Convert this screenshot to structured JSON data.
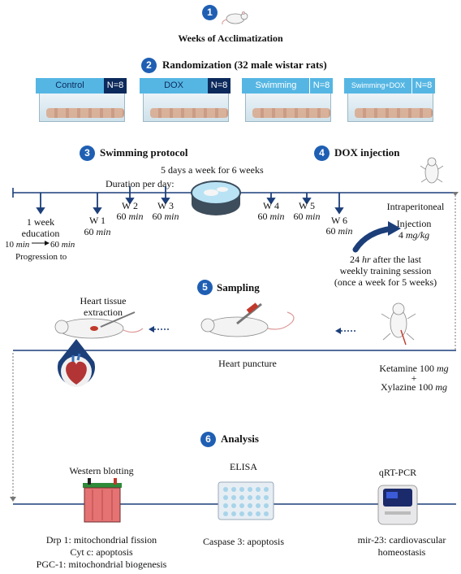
{
  "step1": {
    "num": "1",
    "title": "Weeks of Acclimatization"
  },
  "step2": {
    "num": "2",
    "title": "Randomization (32 male wistar rats)"
  },
  "groups": [
    {
      "label": "Control",
      "n": "N=8",
      "color": "#4fb3e0",
      "n_color": "#0d2a5c"
    },
    {
      "label": "DOX",
      "n": "N=8",
      "color": "#4fb3e0",
      "n_color": "#0d2a5c"
    },
    {
      "label": "Swimming",
      "n": "N=8",
      "color": "#4fb3e0",
      "n_color": "#4fb3e0"
    },
    {
      "label": "Swimming+DOX",
      "n": "N=8",
      "color": "#4fb3e0",
      "n_color": "#4fb3e0"
    }
  ],
  "step3": {
    "num": "3",
    "title": "Swimming protocol"
  },
  "step4": {
    "num": "4",
    "title": "DOX injection"
  },
  "frequency": "5 days a week for 6 weeks",
  "duration": "Duration per day:",
  "weeks": {
    "w1": {
      "label": "W 1",
      "dur": "60",
      "unit": "min"
    },
    "w2": {
      "label": "W 2",
      "dur": "60",
      "unit": "min"
    },
    "w3": {
      "label": "W 3",
      "dur": "60",
      "unit": "min"
    },
    "w4": {
      "label": "W 4",
      "dur": "60",
      "unit": "min"
    },
    "w5": {
      "label": "W 5",
      "dur": "60",
      "unit": "min"
    },
    "w6": {
      "label": "W 6",
      "dur": "60",
      "unit": "min"
    }
  },
  "education": {
    "line1": "1 week",
    "line2": "education",
    "from": "10",
    "to": "60",
    "unit": "min",
    "progression": "Progression to"
  },
  "injection": {
    "route": "Intraperitoneal",
    "label": "Injection",
    "dose": "4",
    "dose_unit": "mg/kg",
    "timing_a": "24",
    "timing_hr": "hr",
    "timing_b": "after the last",
    "timing_line2": "weekly training session",
    "timing_line3": "(once a week for 5 weeks)"
  },
  "step5": {
    "num": "5",
    "title": "Sampling"
  },
  "sampling": {
    "heart_tissue_1": "Heart tissue",
    "heart_tissue_2": "extraction",
    "heart_puncture": "Heart puncture",
    "ketamine": "Ketamine 100",
    "xylazine": "Xylazine 100",
    "plus": "+",
    "anesthetic_unit": "mg"
  },
  "step6": {
    "num": "6",
    "title": "Analysis"
  },
  "analysis": {
    "western": {
      "title": "Western blotting",
      "l1": "Drp 1: mitochondrial fission",
      "l2": "Cyt c: apoptosis",
      "l3": "PGC-1: mitochondrial biogenesis"
    },
    "elisa": {
      "title": "ELISA",
      "l1": "Caspase 3: apoptosis"
    },
    "qpcr": {
      "title": "qRT-PCR",
      "l1": "mir-23: cardiovascular",
      "l2": "homeostasis"
    }
  },
  "colors": {
    "badge": "#1f5fb3",
    "navy": "#0d2a5c",
    "cage_blue": "#4fb3e0",
    "arrow": "#1c3f7a"
  }
}
